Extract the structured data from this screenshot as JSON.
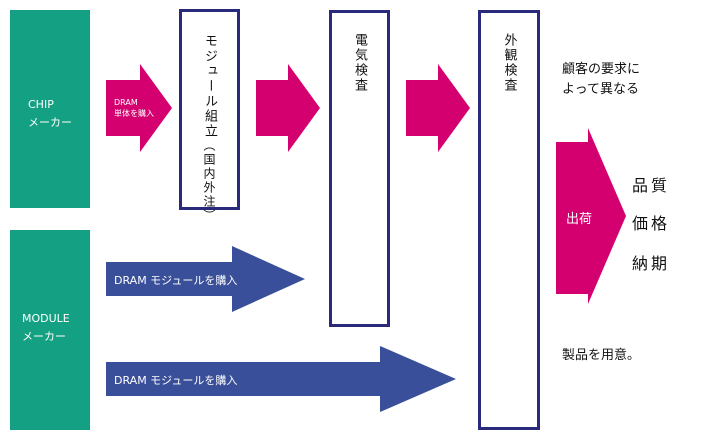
{
  "makers": {
    "chip": {
      "line1": "CHIP",
      "line2": "メーカー"
    },
    "module": {
      "line1": "MODULE",
      "line2": "メーカー"
    }
  },
  "arrows": {
    "dram_single": {
      "line1": "DRAM",
      "line2": "単体を購入"
    },
    "module_purchase_1": "DRAM モジュールを購入",
    "module_purchase_2": "DRAM モジュールを購入",
    "shipping": "出荷"
  },
  "stages": {
    "assembly": "モジュール組立",
    "assembly_note": "（国内外注）",
    "electrical": "電気検査",
    "visual": "外観検査"
  },
  "notes": {
    "customer_line1": "顧客の要求に",
    "customer_line2": "よって異なる",
    "prepare": "製品を用意。"
  },
  "qualities": [
    "品質",
    "価格",
    "納期"
  ],
  "colors": {
    "maker": "#14a082",
    "pink": "#d4006f",
    "blue": "#3a4f9a",
    "border": "#2a2a7c"
  }
}
